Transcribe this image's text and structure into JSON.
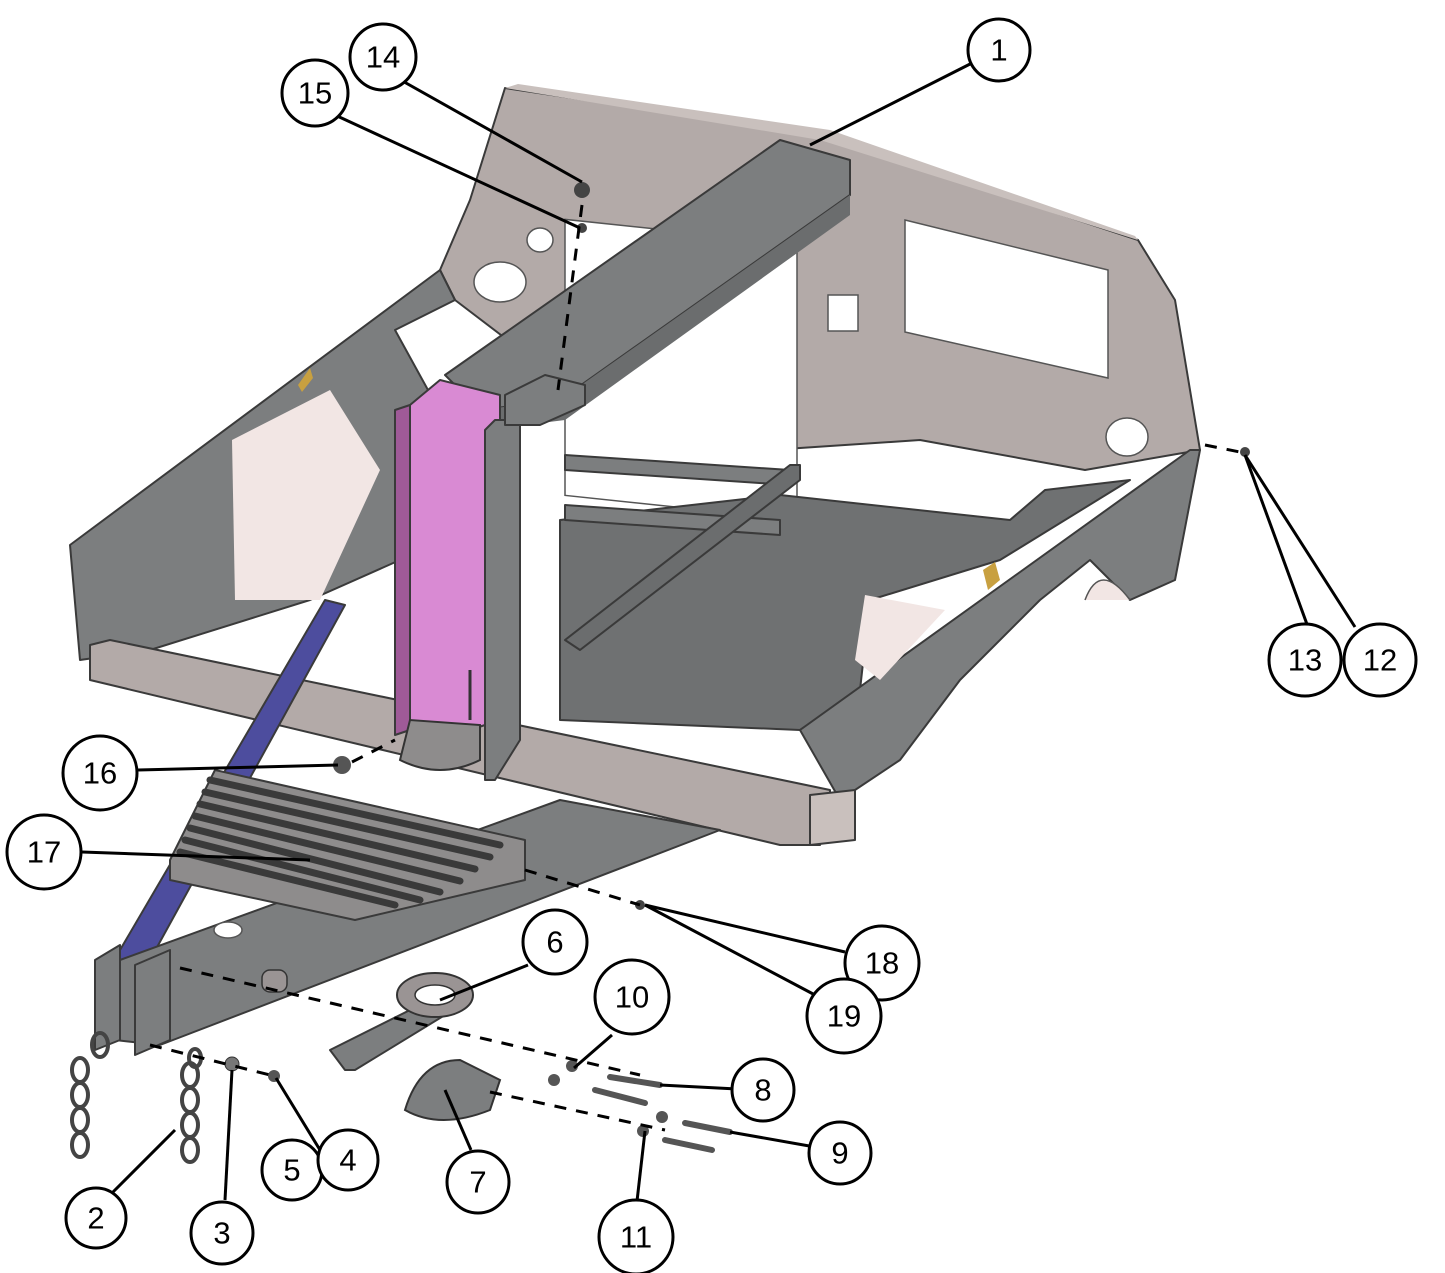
{
  "diagram": {
    "colors": {
      "panel": "#b3aaa8",
      "panel_light": "#c9c0bd",
      "frame_dark": "#6b6d6e",
      "frame_mid": "#7c7e7f",
      "floor": "#6f7172",
      "pink_panel": "#d98ad3",
      "pink_dark": "#9f5a98",
      "tongue_blue": "#4d4d9e",
      "wheel_well": "#f2e6e4",
      "reflector": "#c8a040",
      "step": "#8e8c8c"
    },
    "callouts": [
      {
        "id": "1",
        "label": "1"
      },
      {
        "id": "2",
        "label": "2"
      },
      {
        "id": "3",
        "label": "3"
      },
      {
        "id": "4",
        "label": "4"
      },
      {
        "id": "5",
        "label": "5"
      },
      {
        "id": "6",
        "label": "6"
      },
      {
        "id": "7",
        "label": "7"
      },
      {
        "id": "8",
        "label": "8"
      },
      {
        "id": "9",
        "label": "9"
      },
      {
        "id": "10",
        "label": "10"
      },
      {
        "id": "11",
        "label": "11"
      },
      {
        "id": "12",
        "label": "12"
      },
      {
        "id": "13",
        "label": "13"
      },
      {
        "id": "14",
        "label": "14"
      },
      {
        "id": "15",
        "label": "15"
      },
      {
        "id": "16",
        "label": "16"
      },
      {
        "id": "17",
        "label": "17"
      },
      {
        "id": "18",
        "label": "18"
      },
      {
        "id": "19",
        "label": "19"
      }
    ]
  }
}
